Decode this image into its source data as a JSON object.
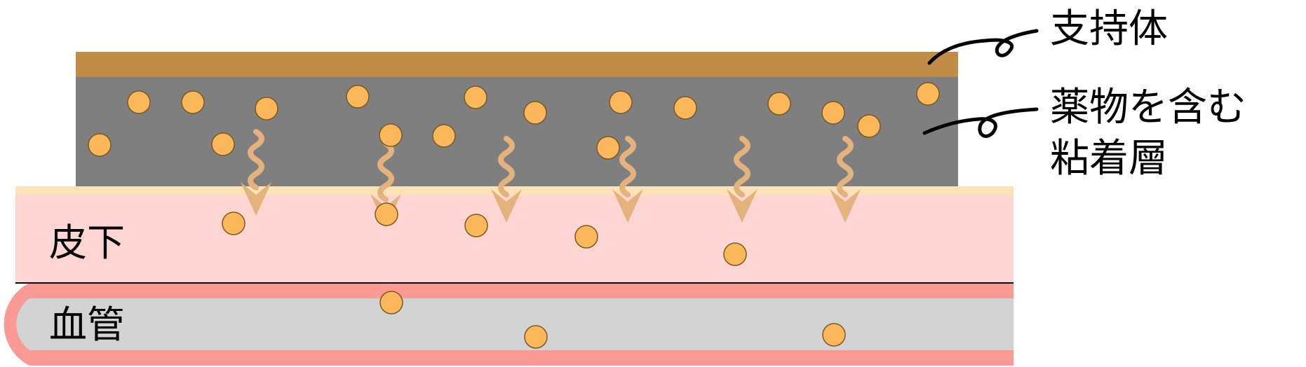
{
  "labels": {
    "support": "支持体",
    "adhesive_line1": "薬物を含む",
    "adhesive_line2": "粘着層",
    "skin": "皮下",
    "vessel": "血管"
  },
  "colors": {
    "support": "#c18b48",
    "adhesive": "#7f7f7f",
    "skin_band": "#fde2b8",
    "skin": "#fdd5d3",
    "vessel_wall": "#fb9a94",
    "vessel_lumen": "#d3d3d3",
    "particle_fill": "#fbb75a",
    "particle_stroke": "#7a5a20",
    "arrow": "#e4b27c"
  },
  "icons": {
    "particle": "drug-particle-circle",
    "arrow": "wavy-diffusion-arrow",
    "leader": "looped-leader-line"
  }
}
